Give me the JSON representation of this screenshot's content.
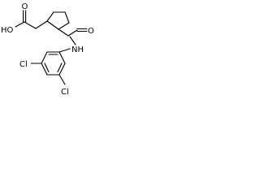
{
  "structure": {
    "atom_labels": {
      "hydroxyl": "HO",
      "carboxyl_oxygen": "O",
      "amide_oxygen": "O",
      "amide_nitrogen": "NH",
      "chlorine_upper": "Cl",
      "chlorine_lower": "Cl"
    },
    "bond_color": "#000000",
    "label_color": "#000000",
    "background": "#ffffff"
  }
}
